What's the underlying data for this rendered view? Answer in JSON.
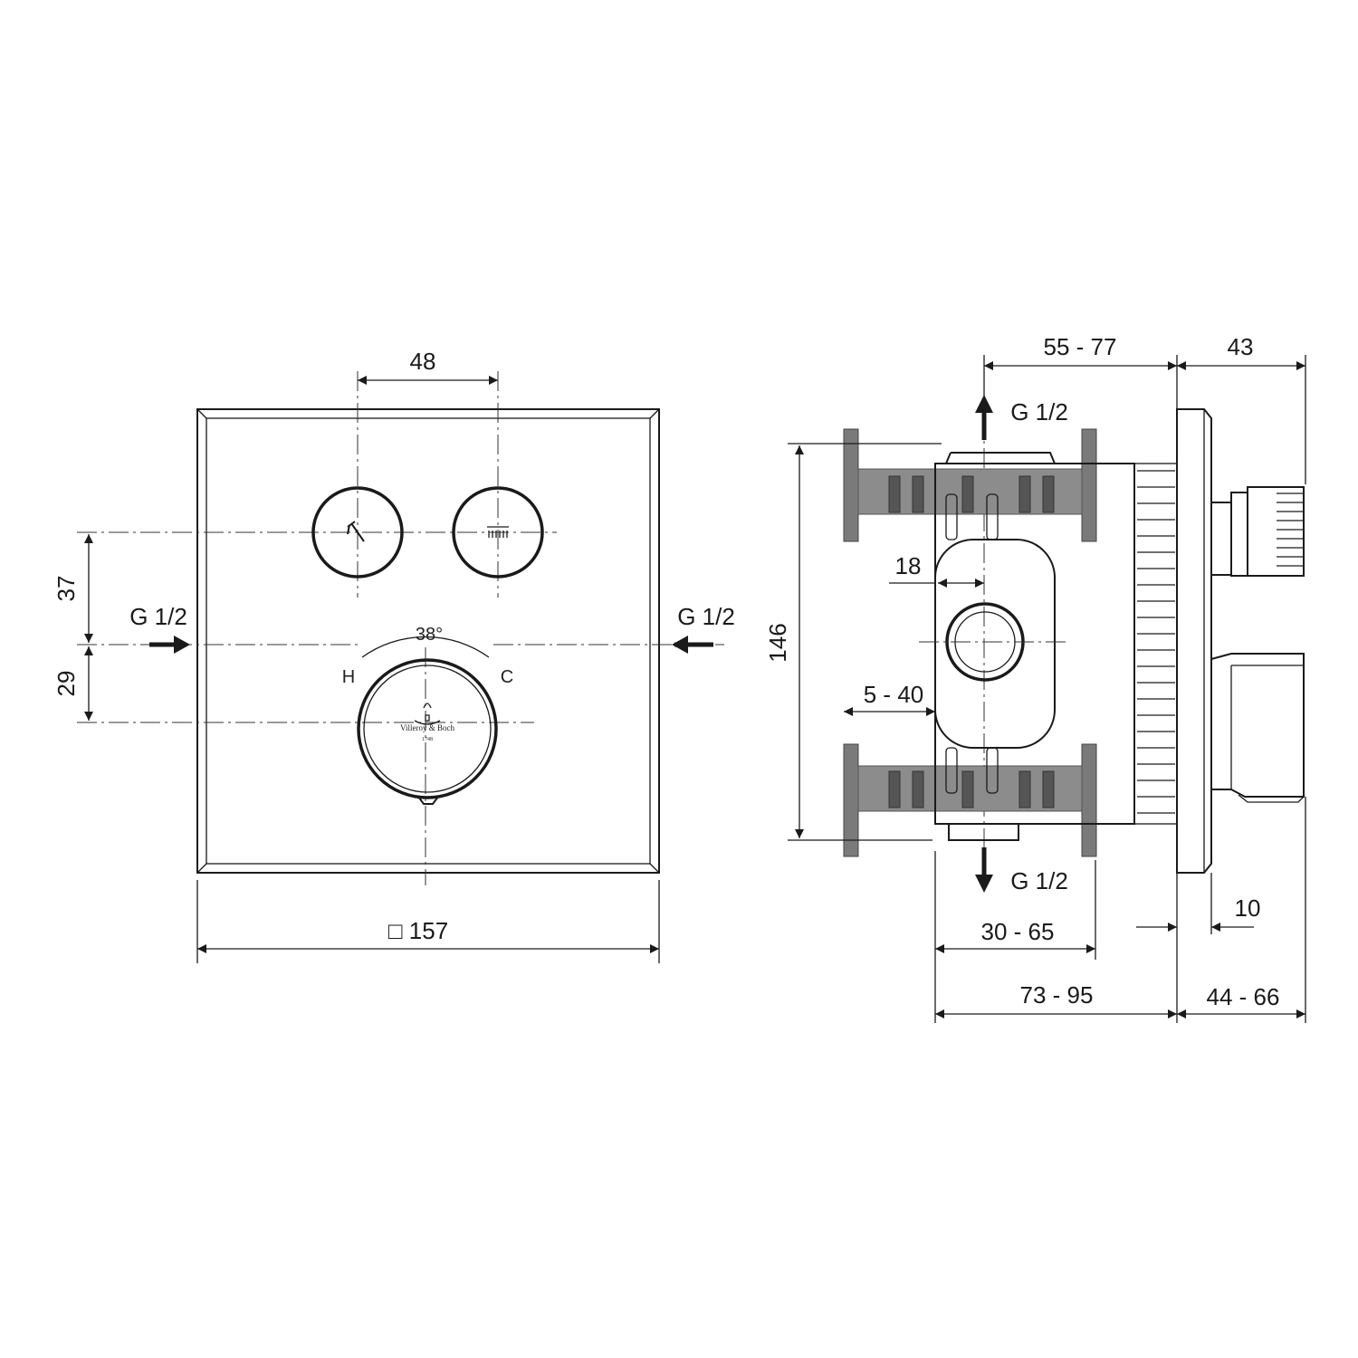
{
  "front_view": {
    "dim_button_spacing": "48",
    "dim_plate_size": "□ 157",
    "dim_upper_offset": "37",
    "dim_lower_offset": "29",
    "inlet_left": "G 1/2",
    "inlet_right": "G 1/2",
    "angle_label": "38°",
    "hot_label": "H",
    "cold_label": "C",
    "brand_text": "Villeroy & Boch",
    "brand_year": "1748"
  },
  "side_view": {
    "outlet_top": "G 1/2",
    "outlet_bottom": "G 1/2",
    "dim_body_depth": "55 - 77",
    "dim_trim_depth": "43",
    "dim_height": "146",
    "dim_pipe_offset": "18",
    "dim_connection_depth": "5 - 40",
    "dim_mount_depth": "30 - 65",
    "dim_total_depth": "73 - 95",
    "dim_plate_thickness": "10",
    "dim_trim_range": "44 - 66"
  },
  "colors": {
    "line": "#1a1a1a",
    "hatch": "#8c8c8c",
    "background": "#ffffff"
  }
}
